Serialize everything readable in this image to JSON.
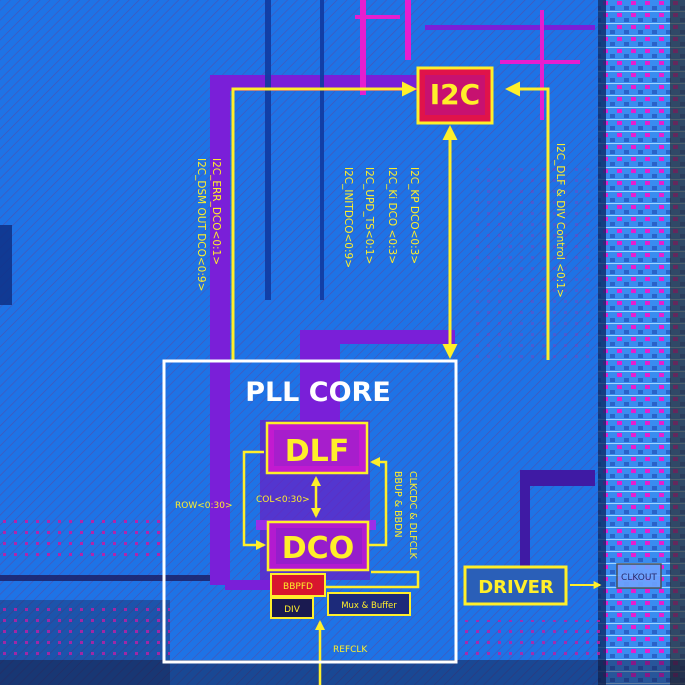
{
  "blocks": {
    "i2c": "I2C",
    "pll_core": "PLL CORE",
    "dlf": "DLF",
    "dco": "DCO",
    "bbpfd": "BBPFD",
    "div": "DIV",
    "mux_buffer": "Mux & Buffer",
    "driver": "DRIVER",
    "clkout": "CLKOUT"
  },
  "signals": {
    "i2c_err_dco": "I2C_ERR_DCO<0:1>",
    "i2c_dsm_out_dco": "I2C_DSM OUT DCO<0:9>",
    "i2c_kp_dco": "I2C_KP DCO<0:3>",
    "i2c_ki_dco": "I2C_Ki DCO <0:3>",
    "i2c_upd_ts": "I2C_UPD_TS<0:1>",
    "i2c_initdco": "I2C_INITDCO<0:9>",
    "i2c_dlf_div": "I2C_DLF & DIV Control <0:1>",
    "row": "ROW<0:30>",
    "col": "COL<0:30>",
    "clkcdc": "CLKCDC & DLFCLK",
    "bbup": "BBUP & BBDN",
    "refclk": "REFCLK"
  },
  "colors": {
    "substrate": "#1e73e6",
    "metal_purple": "#7a1fd8",
    "magenta": "#e61ecf",
    "annotation": "#ffef2a",
    "core_outline": "#ffffff"
  }
}
